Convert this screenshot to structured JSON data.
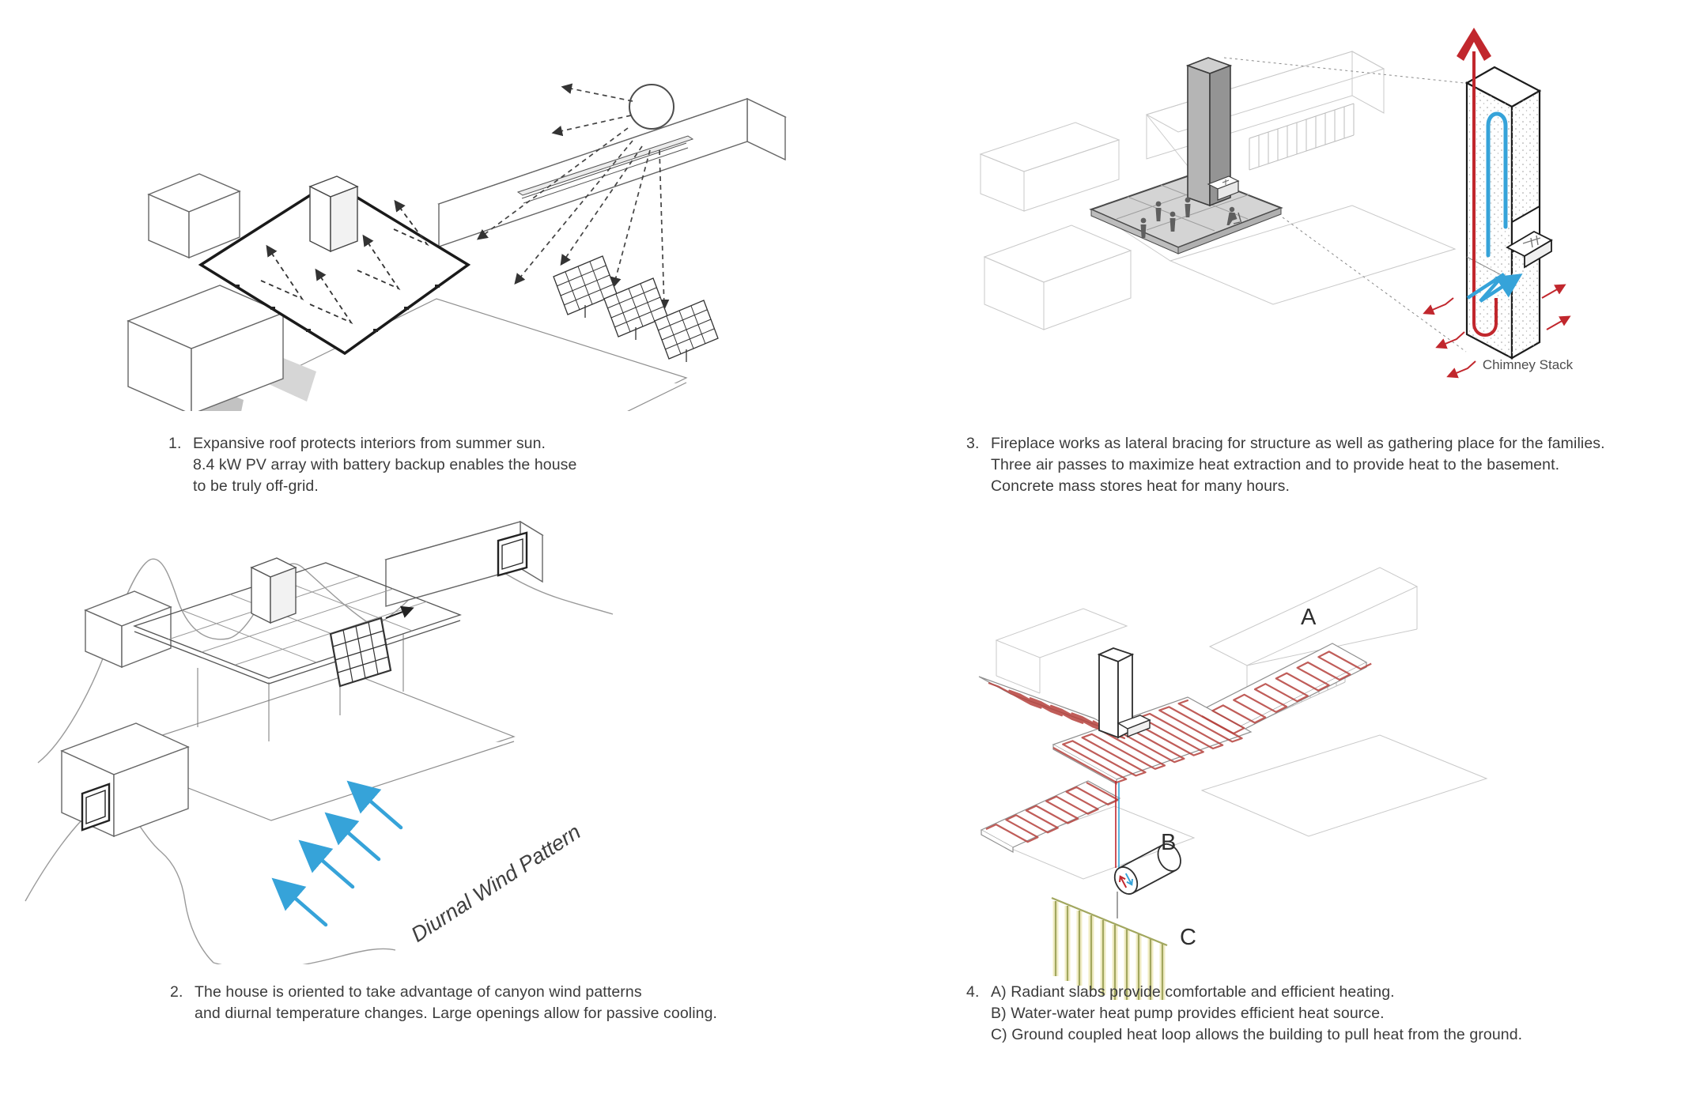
{
  "sheet": {
    "background": "#ffffff"
  },
  "colors": {
    "accent_red": "#c1272d",
    "coil_red": "#b5413c",
    "accent_blue": "#36a3d9",
    "ground_loop_olive": "#a2a75f",
    "ground_loop_yellow": "#f0ecc3",
    "ink": "#3b3b3b",
    "wireframe_gray": "#c9c9c9"
  },
  "captions": [
    {
      "number": "1.",
      "lines": [
        "Expansive roof protects interiors from summer sun.",
        "8.4 kW PV array with battery backup enables the house",
        "to be truly off-grid."
      ]
    },
    {
      "number": "2.",
      "lines": [
        "The house is oriented to take advantage of canyon wind patterns",
        "and diurnal temperature changes. Large openings allow for passive cooling."
      ]
    },
    {
      "number": "3.",
      "lines": [
        "Fireplace works as lateral bracing for structure as well as gathering place for the families.",
        "Three air passes to maximize heat extraction and to provide heat to the basement.",
        "Concrete mass stores heat for many hours."
      ]
    },
    {
      "number": "4.",
      "lines": [
        "A) Radiant slabs provide comfortable and efficient heating.",
        "B) Water-water heat pump provides efficient heat source.",
        "C) Ground coupled heat loop allows the building to pull heat from the ground."
      ]
    }
  ],
  "labels": {
    "chimney_stack": "Chimney Stack",
    "wind_pattern": "Diurnal Wind Pattern",
    "slab_a": "A",
    "pump_b": "B",
    "loop_c": "C"
  }
}
